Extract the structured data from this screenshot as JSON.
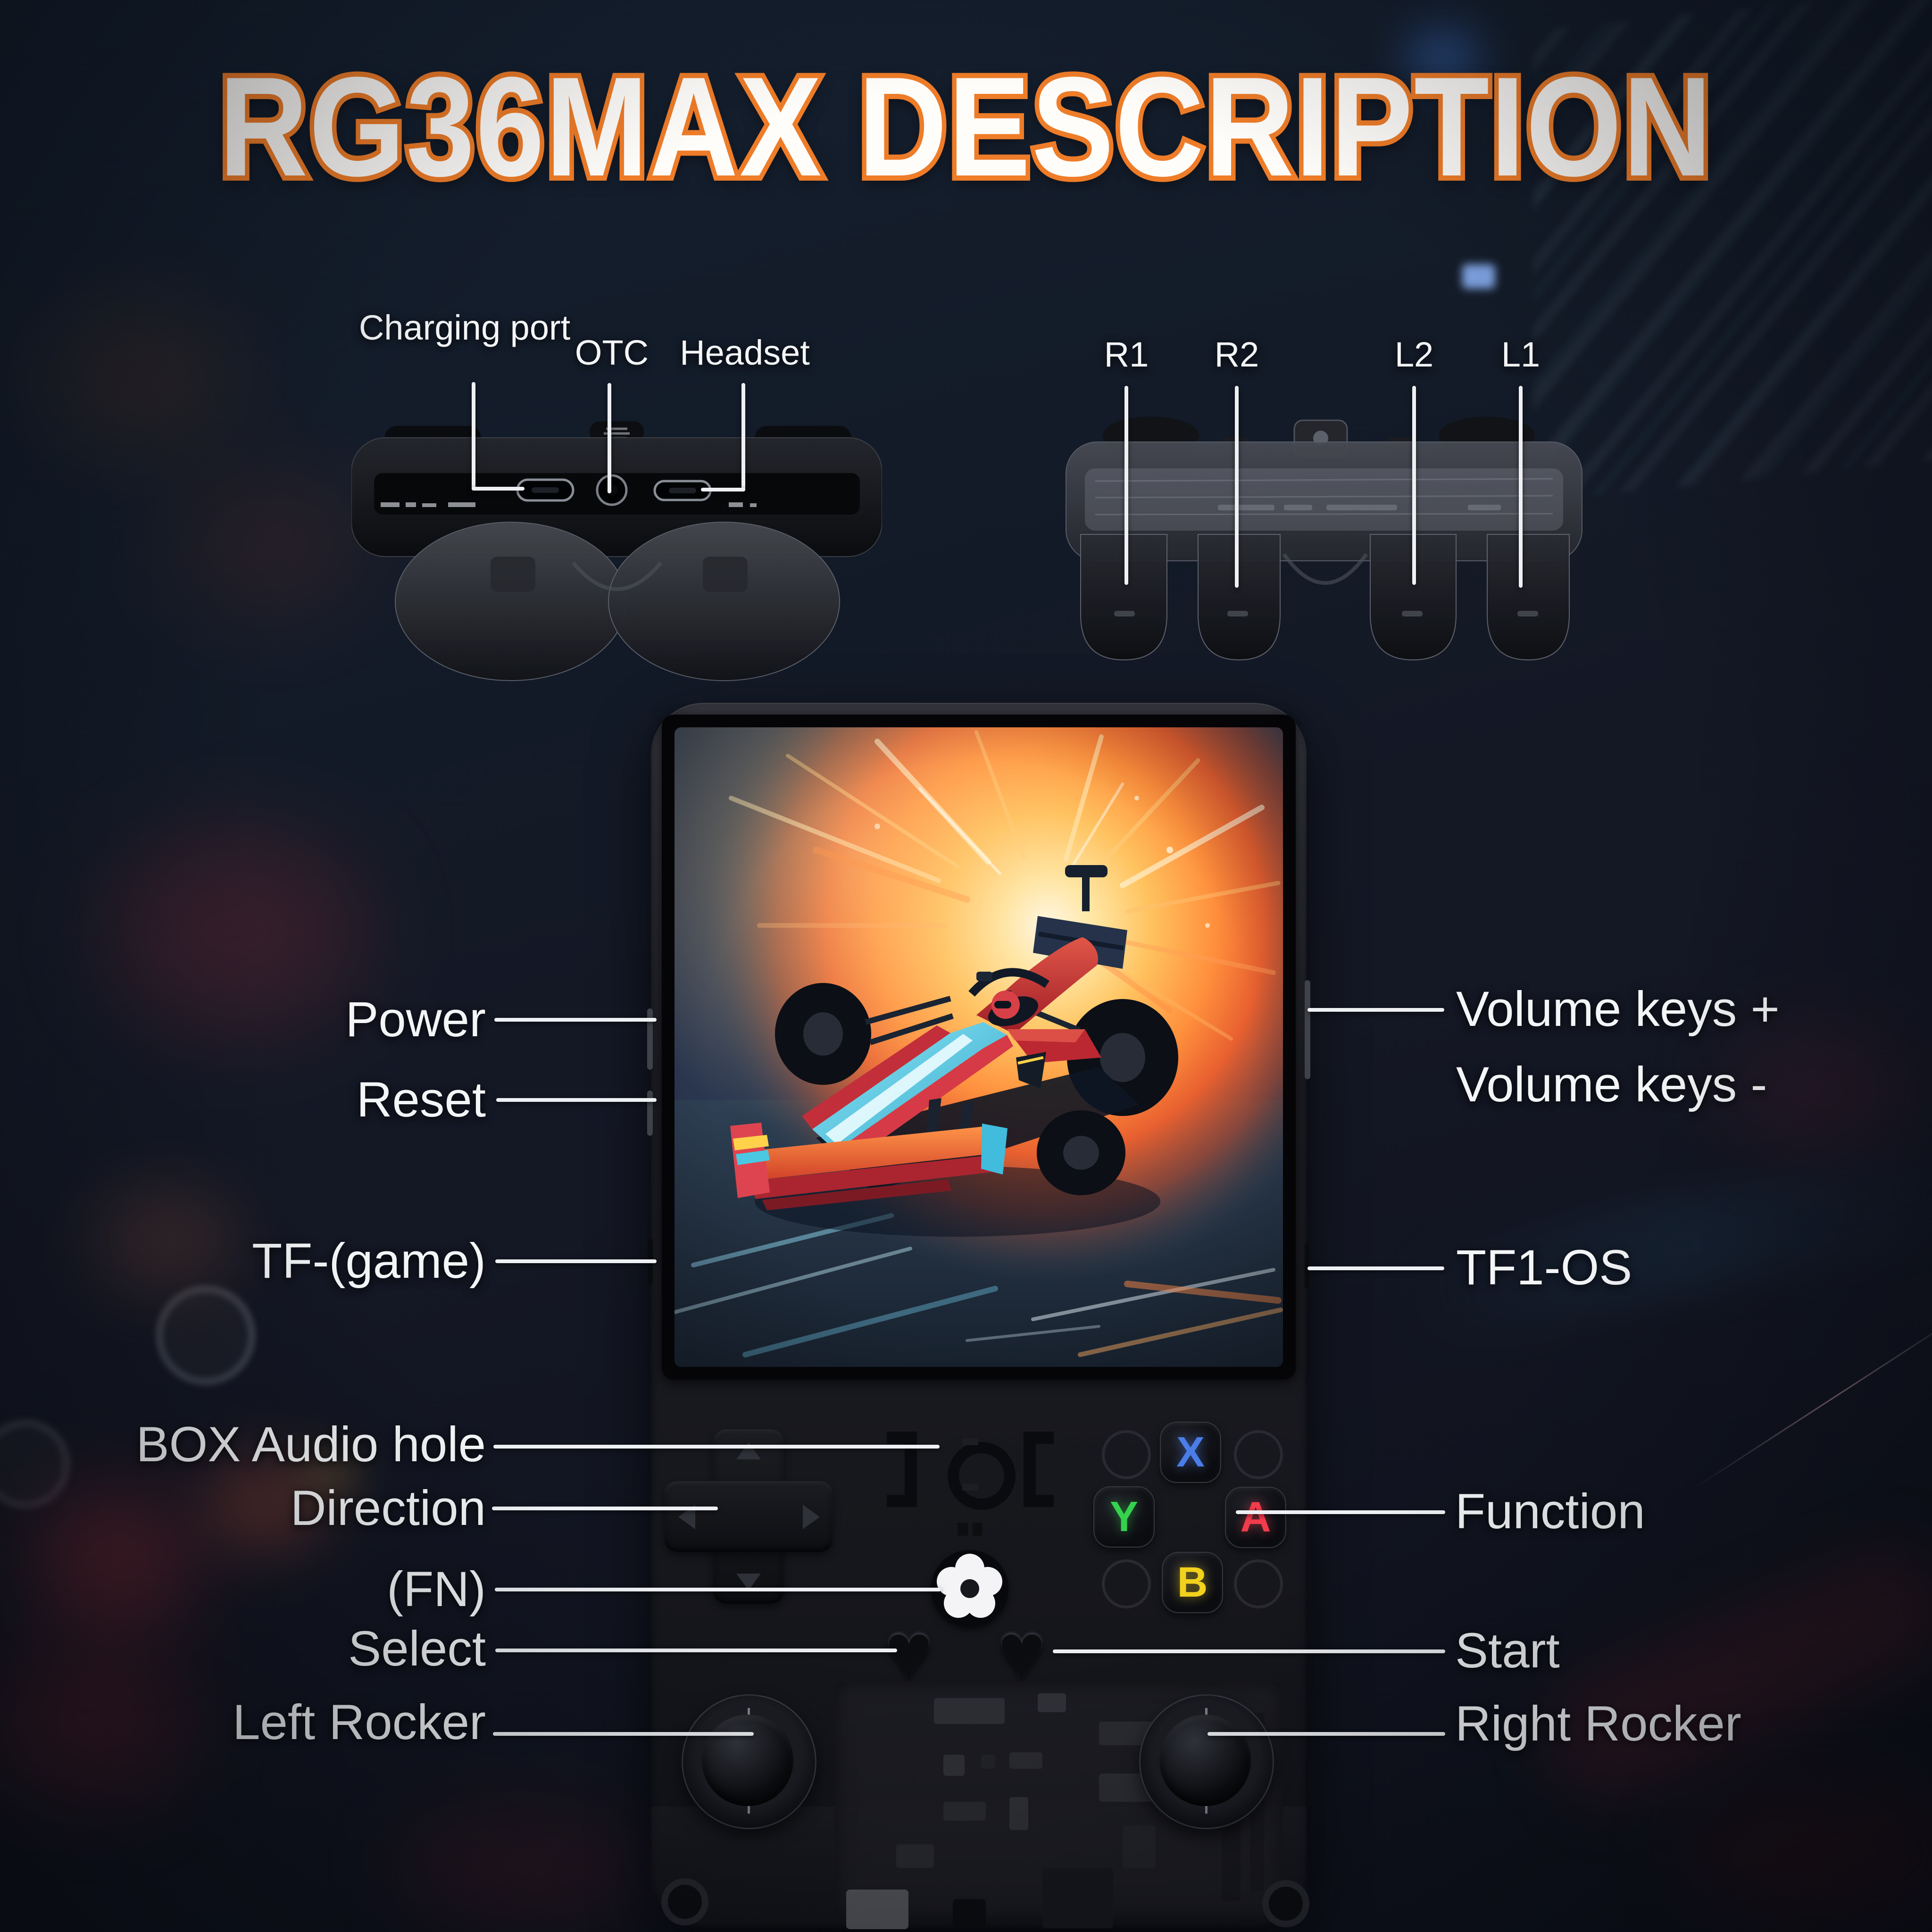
{
  "page": {
    "title": "RG36MAX DESCRIPTION"
  },
  "colors": {
    "title_fill": "#fffdfa",
    "title_outline": "#ee7c28",
    "label_text": "#f4f5f7",
    "leader_line": "#eef0f3",
    "button_x_letter": "#4a7de8",
    "button_y_letter": "#35d24e",
    "button_a_letter": "#f23c4c",
    "button_b_letter": "#f2d21c"
  },
  "icons": {
    "heart": "♥"
  },
  "top_view_ports": {
    "charging_port": "Charging port",
    "otc": "OTC",
    "headset": "Headset"
  },
  "top_view_shoulders": {
    "r1": "R1",
    "r2": "R2",
    "l2": "L2",
    "l1": "L1"
  },
  "front_left": {
    "power": "Power",
    "reset": "Reset",
    "tf_game": "TF-(game)",
    "box_audio": "BOX Audio hole",
    "direction": "Direction",
    "fn": "(FN)",
    "select": "Select",
    "left_rocker": "Left Rocker"
  },
  "front_right": {
    "volume_plus": "Volume keys +",
    "volume_minus": "Volume keys -",
    "tf1_os": "TF1-OS",
    "function_btn": "Function",
    "start": "Start",
    "right_rocker": "Right Rocker"
  },
  "face_buttons": {
    "x": "X",
    "y": "Y",
    "a": "A",
    "b": "B"
  }
}
